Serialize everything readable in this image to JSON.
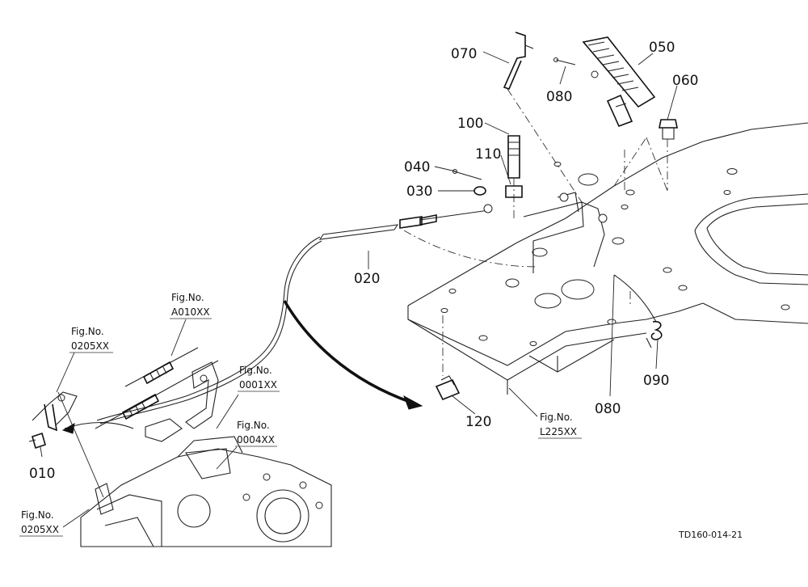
{
  "parts": {
    "p010": "010",
    "p020": "020",
    "p030": "030",
    "p040": "040",
    "p050": "050",
    "p060": "060",
    "p070": "070",
    "p080a": "080",
    "p080b": "080",
    "p090": "090",
    "p100": "100",
    "p110": "110",
    "p120": "120"
  },
  "figure_refs": {
    "a010": {
      "title": "Fig.No.",
      "code": "A010XX"
    },
    "f0205_top": {
      "title": "Fig.No.",
      "code": "0205XX"
    },
    "f0001": {
      "title": "Fig.No.",
      "code": "0001XX"
    },
    "f0004": {
      "title": "Fig.No.",
      "code": "0004XX"
    },
    "f0205_bottom": {
      "title": "Fig.No.",
      "code": "0205XX"
    },
    "l225": {
      "title": "Fig.No.",
      "code": "L225XX"
    }
  },
  "drawing_code": "TD160-014-21"
}
